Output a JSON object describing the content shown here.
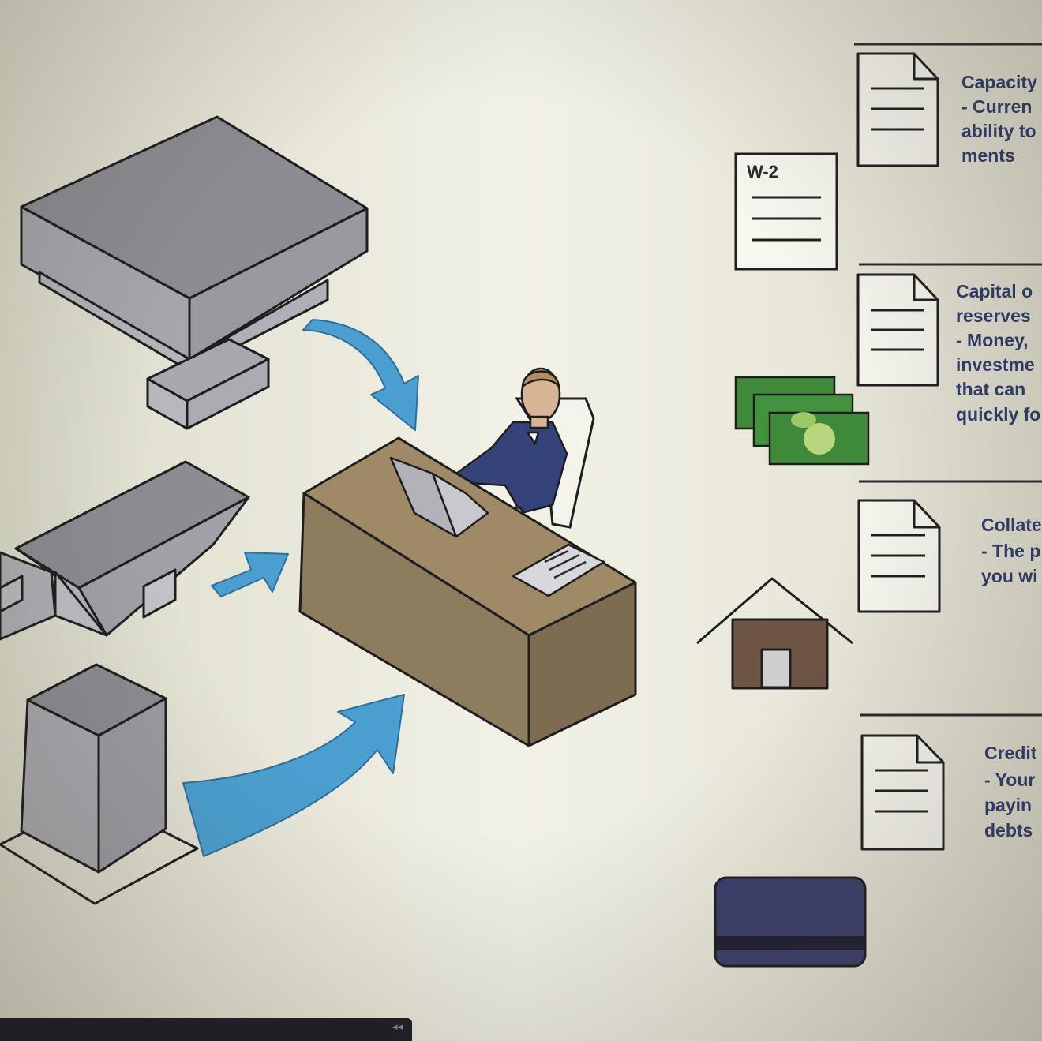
{
  "labels": {
    "capacity": [
      "Capacity",
      "- Curren",
      "ability to",
      "ments"
    ],
    "capital": [
      "Capital o",
      "reserves",
      "- Money,",
      "investme",
      "that can",
      "quickly fo"
    ],
    "collateral": [
      "Collate",
      "- The p",
      "you wi"
    ],
    "credit": [
      "Credit",
      "- Your",
      "payin",
      "debts"
    ]
  },
  "w2_label": "W-2",
  "scroll_glyph": "◂◂",
  "colors": {
    "ink": "#1e1e1e",
    "arrow": "#4a9fd0",
    "desk": "#8e7c5f",
    "suit": "#36437a",
    "money": "#3e8a3a",
    "label_text": "#2f3a6b",
    "card": "#3c3f6e"
  }
}
